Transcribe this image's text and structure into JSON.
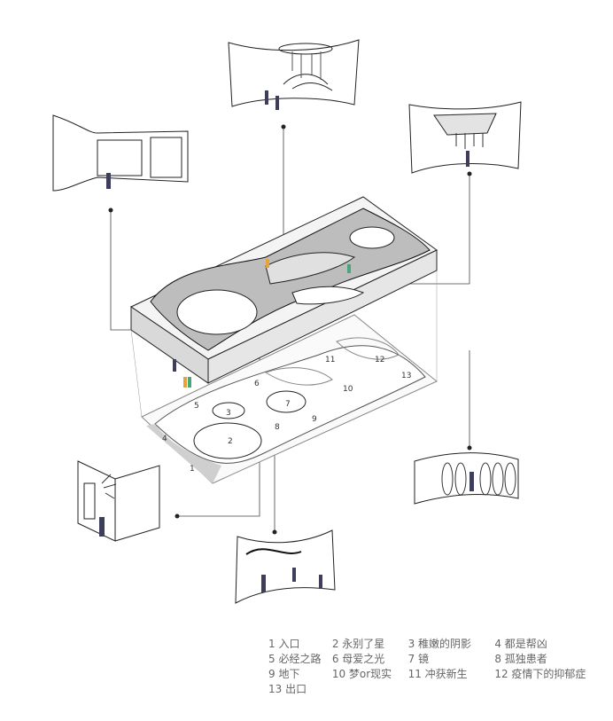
{
  "floor_numbers": [
    "1",
    "2",
    "3",
    "4",
    "5",
    "6",
    "7",
    "8",
    "9",
    "10",
    "11",
    "12",
    "13"
  ],
  "legend": [
    [
      "1 入口",
      "2 永别了星",
      "3 稚嫩的阴影",
      "4 都是帮凶"
    ],
    [
      "5 必经之路",
      "6 母爱之光",
      "7 镜",
      "8 孤独患者"
    ],
    [
      "9 地下",
      "10 梦or现实",
      "11 冲获新生",
      "12 疫情下的抑郁症"
    ],
    [
      "13 出口"
    ]
  ],
  "colors": {
    "line": "#222222",
    "wall": "#cfcfcf",
    "figure": "#3d3f5a",
    "accent_orange": "#e8a23a",
    "accent_green": "#4aa57a"
  }
}
